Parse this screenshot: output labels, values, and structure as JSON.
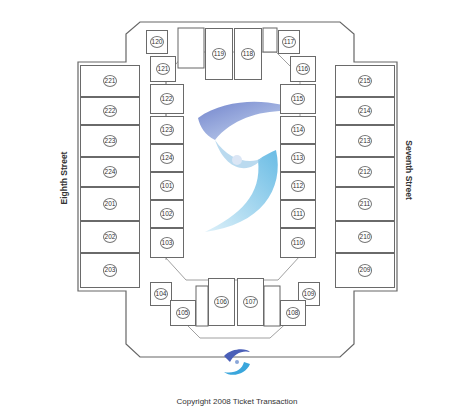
{
  "diagram": {
    "nodes": [
      {
        "text": [
          "120"
        ]
      },
      {
        "text": [
          "119"
        ]
      },
      {
        "text": [
          "118"
        ]
      },
      {
        "text": [
          "117"
        ]
      },
      {
        "text": [
          "221"
        ]
      },
      {
        "text": [
          "121"
        ]
      },
      {
        "text": [
          "116"
        ]
      },
      {
        "text": [
          "215"
        ]
      },
      {
        "text": [
          "122"
        ]
      },
      {
        "text": [
          "115"
        ]
      },
      {
        "text": [
          "222"
        ]
      },
      {
        "text": [
          "214"
        ]
      },
      {
        "text": [
          "123"
        ]
      },
      {
        "text": [
          "114"
        ]
      },
      {
        "text": [
          "223"
        ]
      },
      {
        "text": [
          "213"
        ]
      },
      {
        "text": [
          "124"
        ]
      },
      {
        "text": [
          "113"
        ]
      },
      {
        "text": [
          "224"
        ]
      },
      {
        "text": [
          "212"
        ]
      },
      {
        "text": [
          "201"
        ]
      },
      {
        "text": [
          "101"
        ]
      },
      {
        "text": [
          "112"
        ]
      },
      {
        "text": [
          "211"
        ]
      },
      {
        "text": [
          "102"
        ]
      },
      {
        "text": [
          "111"
        ]
      },
      {
        "text": [
          "202"
        ]
      },
      {
        "text": [
          "210"
        ]
      },
      {
        "text": [
          "103"
        ]
      },
      {
        "text": [
          "110"
        ]
      },
      {
        "text": [
          "203"
        ]
      },
      {
        "text": [
          "209"
        ]
      },
      {
        "text": [
          "104"
        ]
      },
      {
        "text": [
          "109"
        ]
      },
      {
        "text": [
          "105"
        ]
      },
      {
        "text": [
          "106"
        ]
      },
      {
        "text": [
          "107"
        ]
      },
      {
        "text": [
          "108"
        ]
      }
    ],
    "labels": [
      "Eighth Street",
      "Seventh Street",
      "Copyright 2008 Ticket Transaction"
    ]
  }
}
